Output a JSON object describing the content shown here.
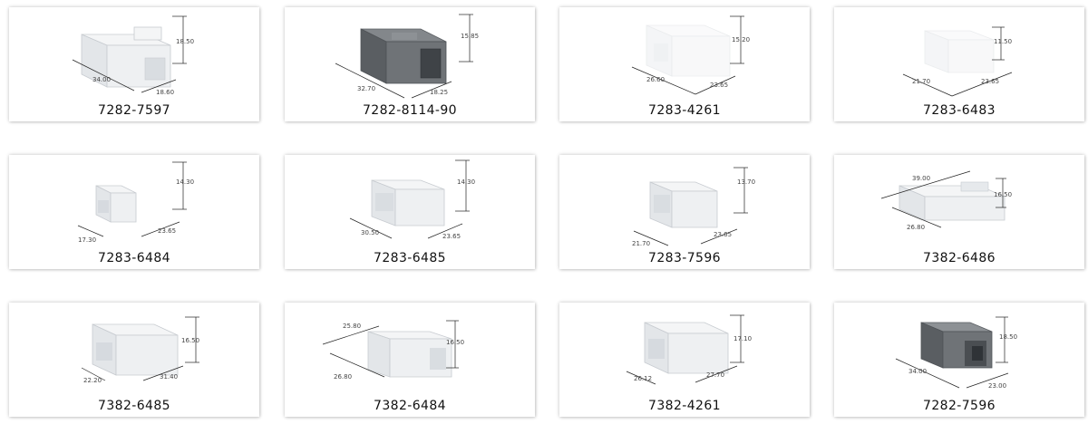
{
  "colors": {
    "housing_white": "#eef0f2",
    "housing_edge": "#c7cbd0",
    "housing_gray": "#6f7377",
    "housing_gray_dark": "#4f5357",
    "text": "#111111"
  },
  "cards": [
    {
      "id": "c1",
      "part_number": "7282-7597",
      "style": "white-box",
      "dims": [
        "34.00",
        "18.60",
        "18.50"
      ]
    },
    {
      "id": "c2",
      "part_number": "7282-8114-90",
      "style": "gray-box",
      "dims": [
        "32.70",
        "18.25",
        "15.85"
      ]
    },
    {
      "id": "c3",
      "part_number": "7283-4261",
      "style": "faint-box",
      "dims": [
        "26.60",
        "23.65",
        "15.20"
      ]
    },
    {
      "id": "c4",
      "part_number": "7283-6483",
      "style": "faint-box",
      "dims": [
        "21.70",
        "23.65",
        "11.50"
      ]
    },
    {
      "id": "c5",
      "part_number": "7283-6484",
      "style": "small-white",
      "dims": [
        "17.30",
        "23.65",
        "14.30"
      ]
    },
    {
      "id": "c6",
      "part_number": "7283-6485",
      "style": "white-box",
      "dims": [
        "30.50",
        "23.65",
        "14.30"
      ]
    },
    {
      "id": "c7",
      "part_number": "7283-7596",
      "style": "white-box",
      "dims": [
        "21.70",
        "23.65",
        "13.70"
      ]
    },
    {
      "id": "c8",
      "part_number": "7382-6486",
      "style": "long-white",
      "dims": [
        "39.00",
        "26.80",
        "16.50"
      ]
    },
    {
      "id": "c9",
      "part_number": "7382-6485",
      "style": "white-box",
      "dims": [
        "22.20",
        "31.40",
        "16.50"
      ]
    },
    {
      "id": "c10",
      "part_number": "7382-6484",
      "style": "long-white",
      "dims": [
        "25.80",
        "26.80",
        "16.50"
      ]
    },
    {
      "id": "c11",
      "part_number": "7382-4261",
      "style": "white-box",
      "dims": [
        "26.12",
        "27.70",
        "17.10"
      ]
    },
    {
      "id": "c12",
      "part_number": "7282-7596",
      "style": "gray-box",
      "dims": [
        "34.00",
        "23.00",
        "18.50"
      ]
    }
  ]
}
